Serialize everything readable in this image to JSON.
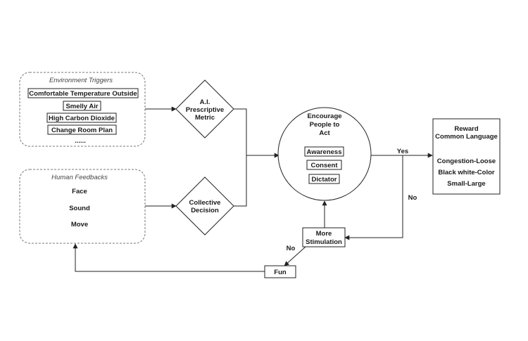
{
  "environment": {
    "title": "Environment Triggers",
    "items": [
      "Comfortable Temperature Outside",
      "Smelly Air",
      "High Carbon Dioxide",
      "Change Room Plan"
    ],
    "more": "......"
  },
  "human": {
    "title": "Human Feedbacks",
    "items": [
      "Face",
      "Sound",
      "Move"
    ]
  },
  "ai_metric": {
    "line1": "A.I.",
    "line2": "Prescriptive",
    "line3": "Metric"
  },
  "collective": {
    "line1": "Collective",
    "line2": "Decision"
  },
  "encourage": {
    "line1": "Encourage",
    "line2": "People to",
    "line3": "Act",
    "options": [
      "Awareness",
      "Consent",
      "Dictator"
    ]
  },
  "reward": {
    "line1": "Reward",
    "line2": "Common Language",
    "items": [
      "Congestion-Loose",
      "Black white-Color",
      "Small-Large"
    ]
  },
  "more_stimulation": {
    "line1": "More",
    "line2": "Stimulation"
  },
  "fun": {
    "label": "Fun"
  },
  "edges": {
    "yes": "Yes",
    "no_right": "No",
    "no_left": "No"
  }
}
